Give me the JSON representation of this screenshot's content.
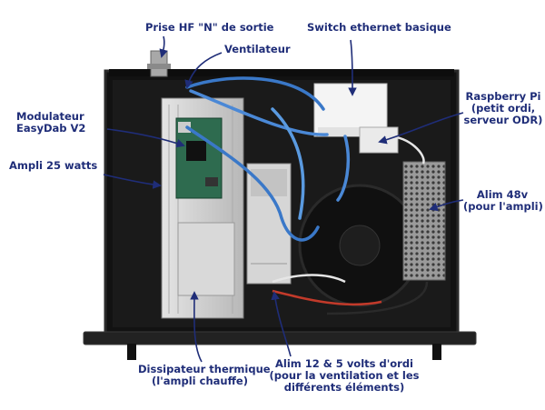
{
  "photo": {
    "subject": "rack-enclosure-interior",
    "colors": {
      "label": "#1f2d78",
      "chassis": "#141414",
      "heatsink": "#cfcfcf",
      "board": "#2e6b4f",
      "cable": "#3a78c8"
    }
  },
  "labels": {
    "rf_output": "Prise HF \"N\" de sortie",
    "fan": "Ventilateur",
    "switch": "Switch ethernet basique",
    "raspberry": {
      "line1": "Raspberry Pi",
      "line2": "(petit ordi,",
      "line3": "serveur ODR)"
    },
    "modulator": {
      "line1": "Modulateur",
      "line2": "EasyDab V2"
    },
    "amp": "Ampli 25 watts",
    "psu48": {
      "line1": "Alim 48v",
      "line2": "(pour l'ampli)"
    },
    "heatsink": {
      "line1": "Dissipateur thermique",
      "line2": "(l'ampli chauffe)"
    },
    "psu12": {
      "line1": "Alim 12 & 5 volts d'ordi",
      "line2": "(pour la ventilation et les",
      "line3": "différents éléments)"
    }
  }
}
